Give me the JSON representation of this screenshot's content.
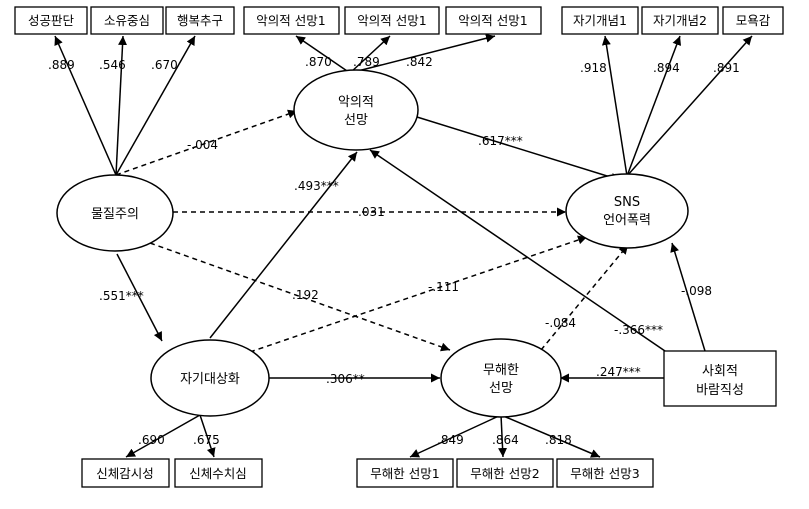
{
  "latent": {
    "materialism": "물질주의",
    "malicious": [
      "악의적",
      "선망"
    ],
    "sns": [
      "SNS",
      "언어폭력"
    ],
    "selfobj": "자기대상화",
    "benign": [
      "무해한",
      "선망"
    ],
    "social": [
      "사회적",
      "바람직성"
    ]
  },
  "indicators": {
    "materialism": [
      "성공판단",
      "소유중심",
      "행복추구"
    ],
    "malicious": [
      "악의적 선망1",
      "악의적 선망1",
      "악의적 선망1"
    ],
    "sns": [
      "자기개념1",
      "자기개념2",
      "모욕감"
    ],
    "selfobj": [
      "신체감시성",
      "신체수치심"
    ],
    "benign": [
      "무해한 선망1",
      "무해한 선망2",
      "무해한 선망3"
    ]
  },
  "loadings": {
    "materialism": [
      ".889",
      ".546",
      ".670"
    ],
    "malicious": [
      ".870",
      ".789",
      ".842"
    ],
    "sns": [
      ".918",
      ".894",
      ".891"
    ],
    "selfobj": [
      ".690",
      ".675"
    ],
    "benign": [
      ".849",
      ".864",
      ".818"
    ]
  },
  "paths": {
    "mat_mal": "-.004",
    "mal_sns": ".617***",
    "mat_sns": ".031",
    "self_mal": ".493***",
    "mat_self": ".551***",
    "mat_ben": ".192",
    "self_sns": "-.111",
    "ben_sns": "-.084",
    "soc_mal": "-.366***",
    "soc_sns": "-.098",
    "self_ben": ".306**",
    "soc_ben": ".247***"
  }
}
